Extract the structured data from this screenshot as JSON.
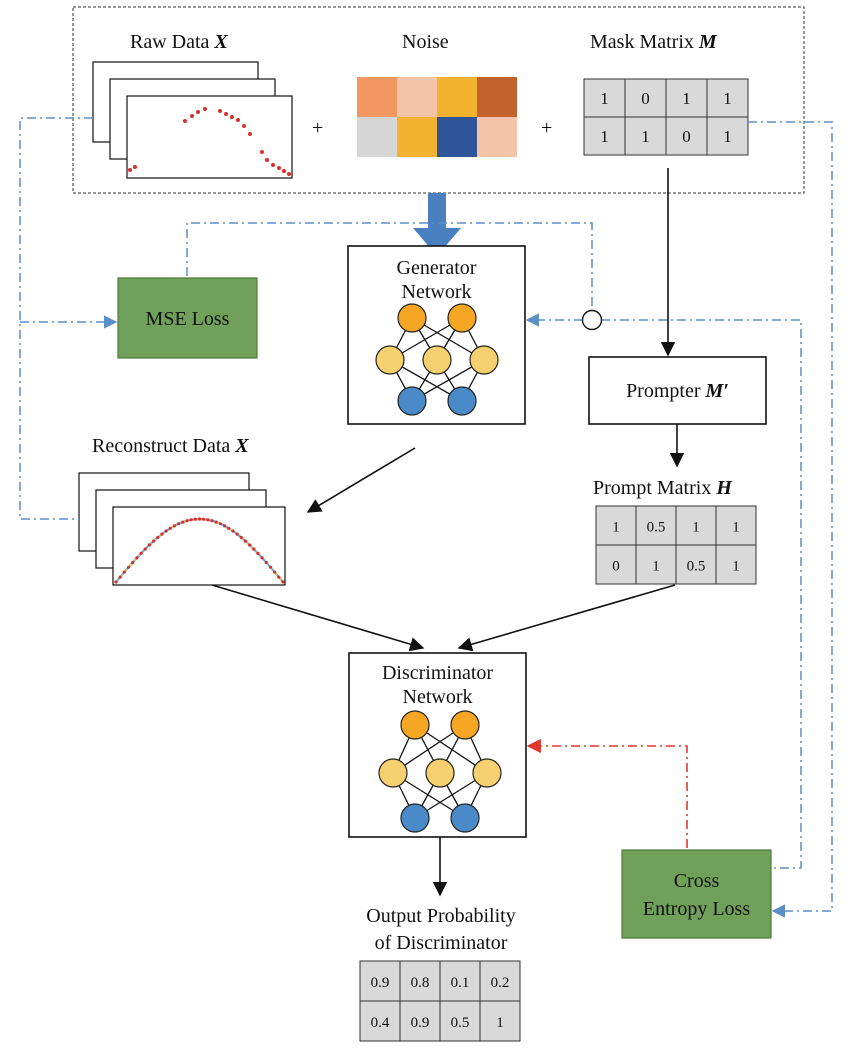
{
  "raw_data": {
    "label": "Raw Data ",
    "symbol": "X"
  },
  "noise": {
    "label": "Noise",
    "colors": [
      "#f09762",
      "#f4c4a8",
      "#f3b330",
      "#c3622c",
      "#d6d6d6",
      "#f3b330",
      "#2e5597",
      "#f4c4a8"
    ]
  },
  "mask": {
    "label": "Mask Matrix ",
    "symbol": "M",
    "cells": [
      [
        "1",
        "0",
        "1",
        "1"
      ],
      [
        "1",
        "1",
        "0",
        "1"
      ]
    ]
  },
  "plus": "+",
  "generator": {
    "line1": "Generator",
    "line2": "Network"
  },
  "mse": {
    "label": "MSE Loss"
  },
  "prompter": {
    "label": "Prompter ",
    "symbol": "M′"
  },
  "reconstruct": {
    "label": "Reconstruct Data ",
    "symbol": "X"
  },
  "prompt_matrix": {
    "label": "Prompt Matrix ",
    "symbol": "H",
    "cells": [
      [
        "1",
        "0.5",
        "1",
        "1"
      ],
      [
        "0",
        "1",
        "0.5",
        "1"
      ]
    ]
  },
  "discriminator": {
    "line1": "Discriminator",
    "line2": "Network"
  },
  "output": {
    "line1": "Output Probability",
    "line2": "of Discriminator",
    "cells": [
      [
        "0.9",
        "0.8",
        "0.1",
        "0.2"
      ],
      [
        "0.4",
        "0.9",
        "0.5",
        "1"
      ]
    ]
  },
  "cross_entropy": {
    "line1": "Cross",
    "line2": "Entropy Loss"
  },
  "colors": {
    "node_orange": "#f5a623",
    "node_yellow": "#f6cf6e",
    "node_blue": "#4a8ac9",
    "loss_green": "#70a05a",
    "arrow_blue": "#4a7fc0",
    "dash_blue": "#5b8fc7",
    "dash_red": "#e03a2f"
  }
}
